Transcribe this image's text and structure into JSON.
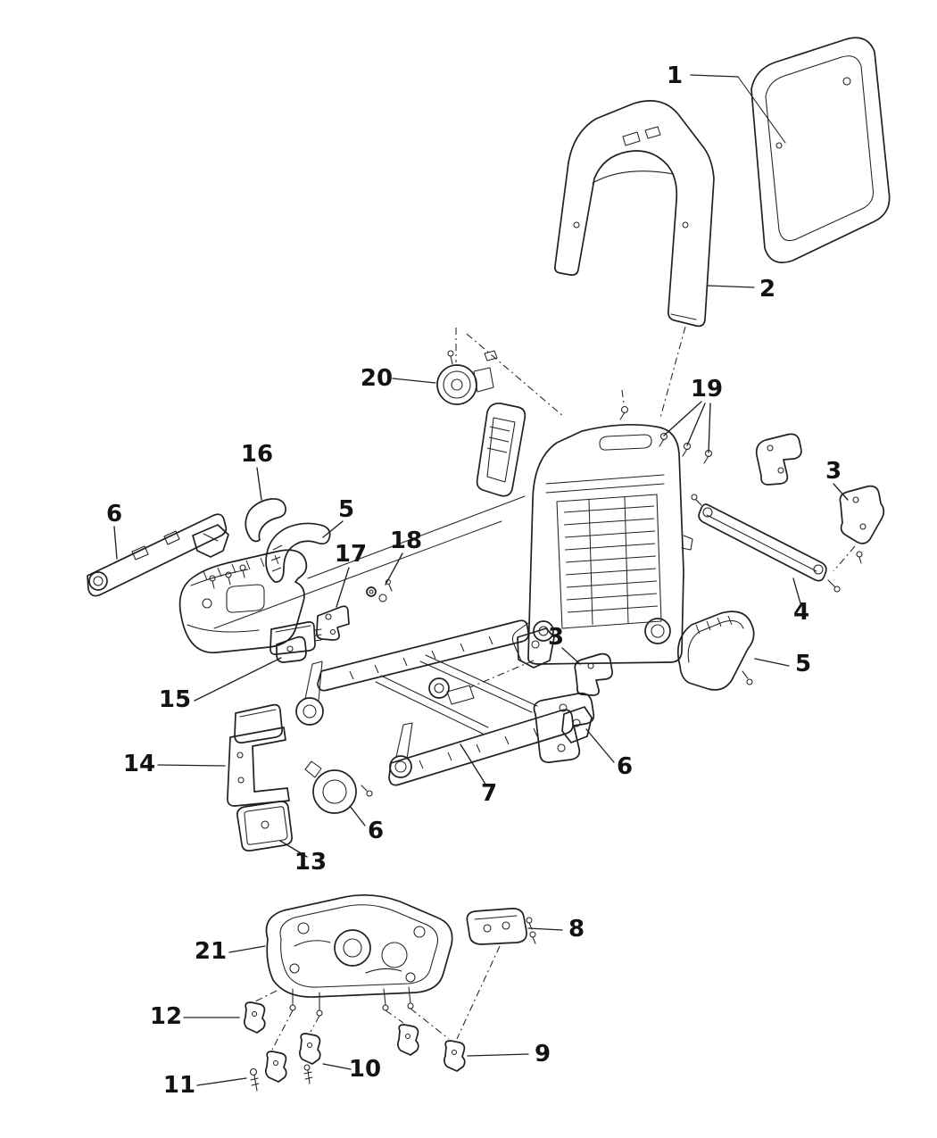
{
  "diagram": {
    "type": "exploded-parts-diagram",
    "subject": "vehicle-front-seat-adjusters-recliners-and-shields",
    "background_color": "#ffffff",
    "line_color": "#231f20",
    "callouts": [
      {
        "label": "1",
        "part": "seat-back-panel"
      },
      {
        "label": "2",
        "part": "seat-back-trim-frame"
      },
      {
        "label": "20",
        "part": "blower-motor"
      },
      {
        "label": "19",
        "part": "frame-fasteners"
      },
      {
        "label": "16",
        "part": "pivot-cover"
      },
      {
        "label": "3",
        "part": "bracket-upper-right"
      },
      {
        "label": "5",
        "part": "shield-crescent-left"
      },
      {
        "label": "6",
        "part": "track-rail-left"
      },
      {
        "label": "18",
        "part": "washers"
      },
      {
        "label": "17",
        "part": "latch-bracket"
      },
      {
        "label": "4",
        "part": "cross-tube"
      },
      {
        "label": "3",
        "part": "bracket-center"
      },
      {
        "label": "5",
        "part": "shield-right"
      },
      {
        "label": "15",
        "part": "support-bracket"
      },
      {
        "label": "6",
        "part": "bracket-rear-right"
      },
      {
        "label": "14",
        "part": "module-bracket"
      },
      {
        "label": "7",
        "part": "seat-adjuster-assembly"
      },
      {
        "label": "6",
        "part": "bezel-grommet"
      },
      {
        "label": "13",
        "part": "control-module"
      },
      {
        "label": "8",
        "part": "seat-pan-bracket"
      },
      {
        "label": "21",
        "part": "seat-cushion-pan"
      },
      {
        "label": "12",
        "part": "retainer-clip-left"
      },
      {
        "label": "9",
        "part": "retainer-clips-right"
      },
      {
        "label": "10",
        "part": "retainer-clips-center"
      },
      {
        "label": "11",
        "part": "screw"
      }
    ]
  }
}
